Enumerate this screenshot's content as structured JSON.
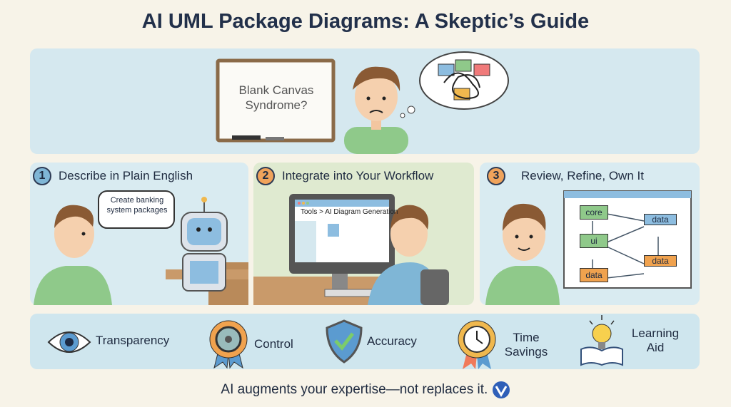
{
  "title": "AI UML Package Diagrams: A Skeptic’s Guide",
  "banner": {
    "whiteboard_text": "Blank Canvas Syndrome?"
  },
  "steps": [
    {
      "number": "1",
      "title": "Describe in Plain English",
      "speech": "Create banking system packages",
      "color": "#7fb6d6"
    },
    {
      "number": "2",
      "title": "Integrate into Your Workflow",
      "menu_path": "Tools > AI Diagram Generation",
      "color": "#f0a35b"
    },
    {
      "number": "3",
      "title": "Review, Refine, Own It",
      "packages": [
        "core",
        "data",
        "ui",
        "data",
        "data"
      ],
      "color": "#f0a35b"
    }
  ],
  "benefits": [
    {
      "label": "Transparency",
      "icon": "eye-icon"
    },
    {
      "label": "Control",
      "icon": "steering-wheel-badge-icon"
    },
    {
      "label": "Accuracy",
      "icon": "shield-check-icon"
    },
    {
      "label": "Time Savings",
      "icon": "clock-badge-icon"
    },
    {
      "label": "Learning Aid",
      "icon": "lightbulb-book-icon"
    }
  ],
  "footer": "AI augments your expertise—not replaces it.",
  "colors": {
    "background": "#f7f3e8",
    "panel_blue": "#d5e8ef",
    "panel_green": "#dfead0",
    "package_green": "#8fc98a",
    "package_blue": "#8dbde0",
    "package_orange": "#f0a24e"
  }
}
